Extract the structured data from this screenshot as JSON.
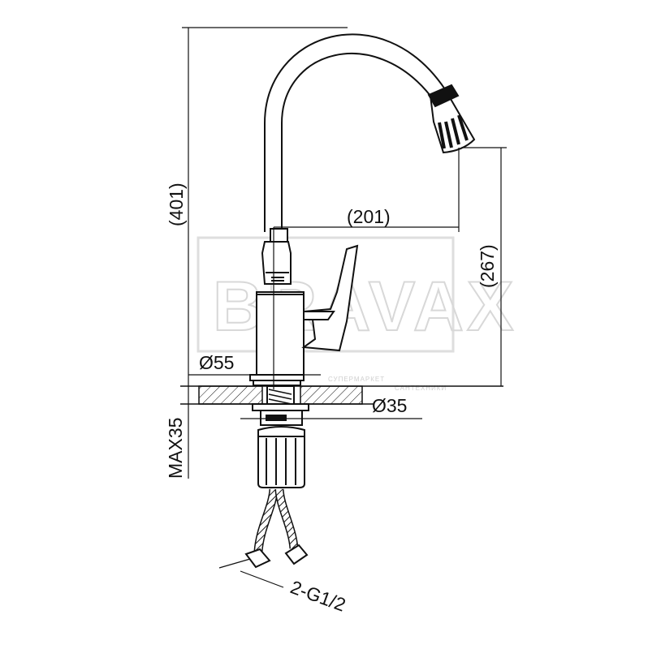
{
  "watermark": {
    "brand": "BRAVAX",
    "subtitle_left": "СУПЕРМАРКЕТ",
    "subtitle_right": "САНТЕХНИКИ"
  },
  "dimensions": {
    "total_height": "(401)",
    "spout_reach": "(201)",
    "spout_height": "(267)",
    "base_diameter": "Ø55",
    "hole_diameter": "Ø35",
    "max_counter_thickness": "MAX35",
    "hose_connection": "2-G1/2"
  },
  "colors": {
    "line": "#111111",
    "watermark": "#d8d8d8"
  }
}
